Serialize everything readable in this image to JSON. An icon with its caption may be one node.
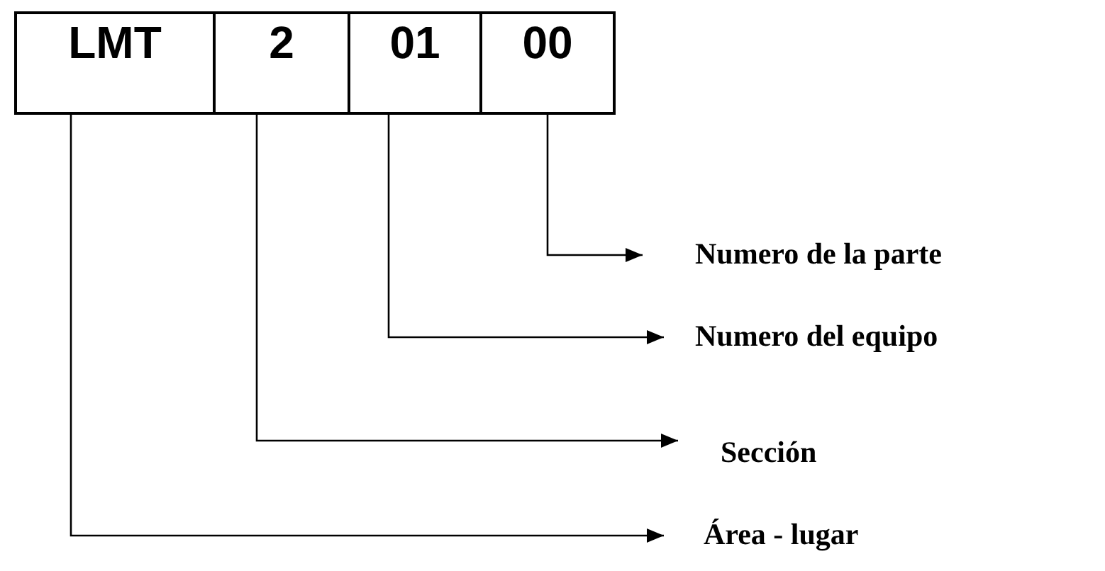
{
  "diagram": {
    "nodes": [
      {
        "text": [
          "LMT"
        ]
      },
      {
        "text": [
          "2"
        ]
      },
      {
        "text": [
          "01"
        ]
      },
      {
        "text": [
          "00"
        ]
      },
      {
        "text": [
          "Numero de la parte"
        ]
      },
      {
        "text": [
          "Numero del equipo"
        ]
      },
      {
        "text": [
          "Sección"
        ]
      },
      {
        "text": [
          "Área - lugar"
        ]
      }
    ],
    "edges": [
      {
        "from": 3,
        "to": 4,
        "arrow": "to"
      },
      {
        "from": 2,
        "to": 5,
        "arrow": "to"
      },
      {
        "from": 1,
        "to": 6,
        "arrow": "to"
      },
      {
        "from": 0,
        "to": 7,
        "arrow": "to"
      }
    ]
  }
}
